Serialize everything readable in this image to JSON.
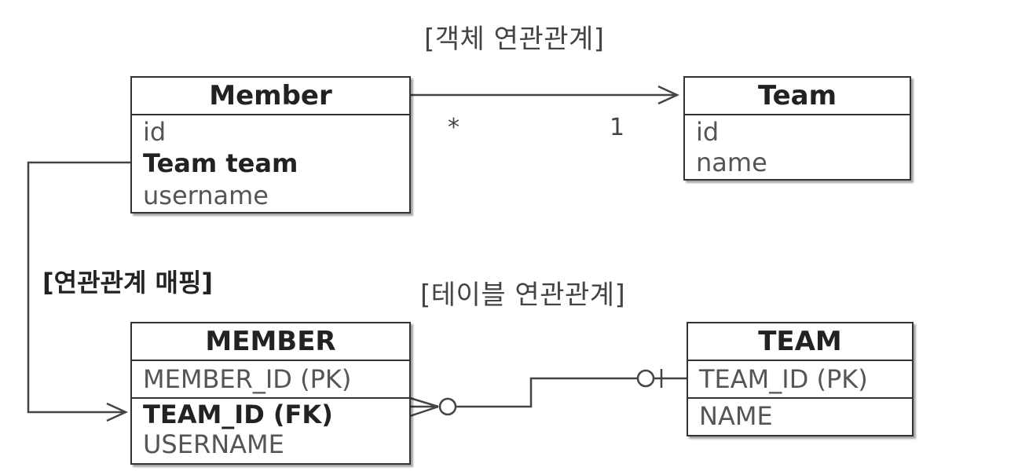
{
  "titles": {
    "object_relations": "[객체 연관관계]",
    "table_relations": "[테이블 연관관계]",
    "mapping": "[연관관계 매핑]"
  },
  "object_model": {
    "member": {
      "name": "Member",
      "fields": [
        "id",
        "Team team",
        "username"
      ],
      "highlight_field": "Team team"
    },
    "team": {
      "name": "Team",
      "fields": [
        "id",
        "name"
      ]
    },
    "multiplicity": {
      "member_side": "*",
      "team_side": "1"
    }
  },
  "table_model": {
    "member": {
      "name": "MEMBER",
      "columns": [
        "MEMBER_ID (PK)",
        "TEAM_ID (FK)",
        "USERNAME"
      ]
    },
    "team": {
      "name": "TEAM",
      "columns": [
        "TEAM_ID (PK)",
        "NAME"
      ]
    }
  }
}
